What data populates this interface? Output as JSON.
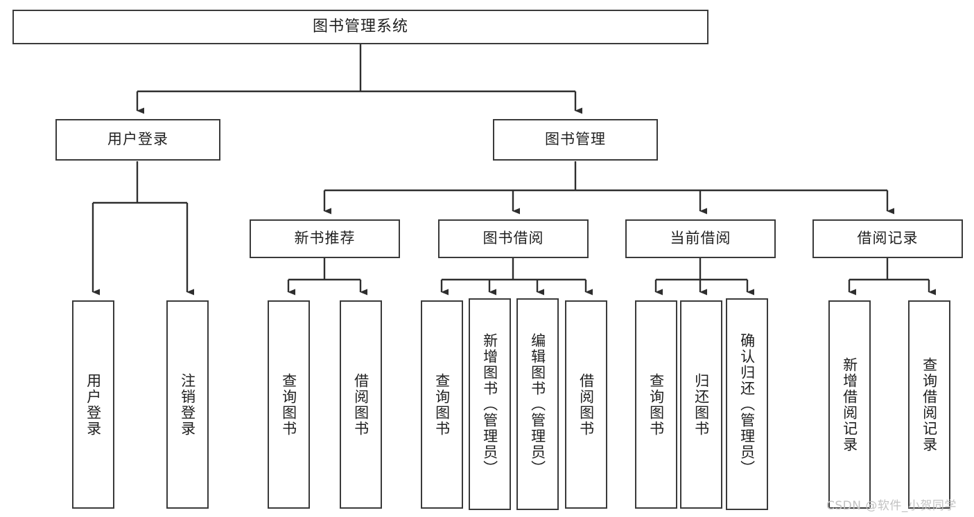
{
  "diagram": {
    "title": "图书管理系统",
    "type": "functional-structure-tree",
    "levels": 4,
    "root": {
      "id": "root",
      "label": "图书管理系统"
    },
    "level2": [
      {
        "id": "user-login",
        "label": "用户登录"
      },
      {
        "id": "book-manage",
        "label": "图书管理"
      }
    ],
    "level3": [
      {
        "id": "new-book-rec",
        "label": "新书推荐",
        "parent": "book-manage"
      },
      {
        "id": "book-borrow",
        "label": "图书借阅",
        "parent": "book-manage"
      },
      {
        "id": "current-borrow",
        "label": "当前借阅",
        "parent": "book-manage"
      },
      {
        "id": "borrow-record",
        "label": "借阅记录",
        "parent": "book-manage"
      }
    ],
    "leaves": {
      "user_login": [
        {
          "id": "leaf-user-login",
          "label": "用户登录"
        },
        {
          "id": "leaf-user-logout",
          "label": "注销登录"
        }
      ],
      "new_book_rec": [
        {
          "id": "leaf-query-book-1",
          "label": "查询图书"
        },
        {
          "id": "leaf-borrow-book-1",
          "label": "借阅图书"
        }
      ],
      "book_borrow": [
        {
          "id": "leaf-query-book-2",
          "label": "查询图书"
        },
        {
          "id": "leaf-add-book",
          "label": "新增图书（管理员）"
        },
        {
          "id": "leaf-edit-book",
          "label": "编辑图书（管理员）"
        },
        {
          "id": "leaf-borrow-book-2",
          "label": "借阅图书"
        }
      ],
      "current_borrow": [
        {
          "id": "leaf-query-book-3",
          "label": "查询图书"
        },
        {
          "id": "leaf-return-book",
          "label": "归还图书"
        },
        {
          "id": "leaf-confirm-return",
          "label": "确认归还（管理员）"
        }
      ],
      "borrow_record": [
        {
          "id": "leaf-add-record",
          "label": "新增借阅记录"
        },
        {
          "id": "leaf-query-record",
          "label": "查询借阅记录"
        }
      ]
    }
  },
  "watermark": {
    "text": "CSDN @软件_小贺同学"
  },
  "colors": {
    "background": "#ffffff",
    "box_border": "#3a3a3a",
    "box_fill": "#ffffff",
    "text": "#1f1f1f",
    "edge": "#2e2e2e",
    "watermark": "#c2c2c2"
  }
}
